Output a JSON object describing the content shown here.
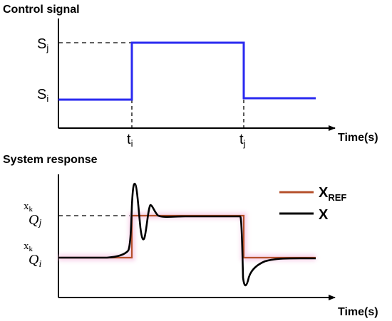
{
  "top_panel": {
    "title": "Control signal",
    "x_axis_label": "Time(s)",
    "y_labels": {
      "high": {
        "base": "S",
        "sub": "j"
      },
      "low": {
        "base": "S",
        "sub": "i"
      }
    },
    "x_labels": {
      "start": {
        "base": "t",
        "sub": "i"
      },
      "end": {
        "base": "t",
        "sub": "j"
      }
    },
    "signal_color": "#2a2af0"
  },
  "bottom_panel": {
    "title": "System response",
    "x_axis_label": "Time(s)",
    "y_labels": {
      "high": {
        "top": "x",
        "top_sub": "k",
        "base": "Q",
        "sub": "j"
      },
      "low": {
        "top": "x",
        "top_sub": "k",
        "base": "Q",
        "sub": "i"
      }
    },
    "legend": [
      {
        "base": "X",
        "sub": "REF",
        "color": "#b5502b"
      },
      {
        "base": "X",
        "sub": "",
        "color": "#000000"
      }
    ],
    "reference_color": "#b5502b",
    "response_color": "#000000",
    "highlight_color": "#f6c6e4"
  }
}
